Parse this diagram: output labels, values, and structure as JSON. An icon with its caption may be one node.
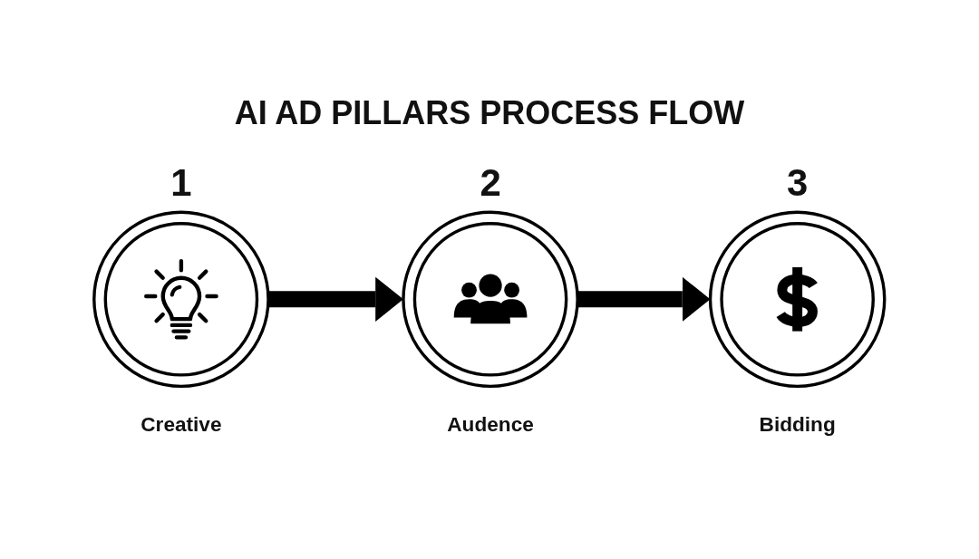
{
  "diagram": {
    "title": "AI AD PILLARS PROCESS FLOW",
    "nodes": [
      {
        "text": [
          "Creative"
        ],
        "beside": [
          "1"
        ]
      },
      {
        "text": [
          "Audence"
        ],
        "beside": [
          "2"
        ]
      },
      {
        "text": [
          "Bidding"
        ],
        "beside": [
          "3"
        ]
      }
    ],
    "edges": [
      {
        "from": 0,
        "to": 1,
        "arrow": "to"
      },
      {
        "from": 1,
        "to": 2,
        "arrow": "to"
      }
    ]
  }
}
